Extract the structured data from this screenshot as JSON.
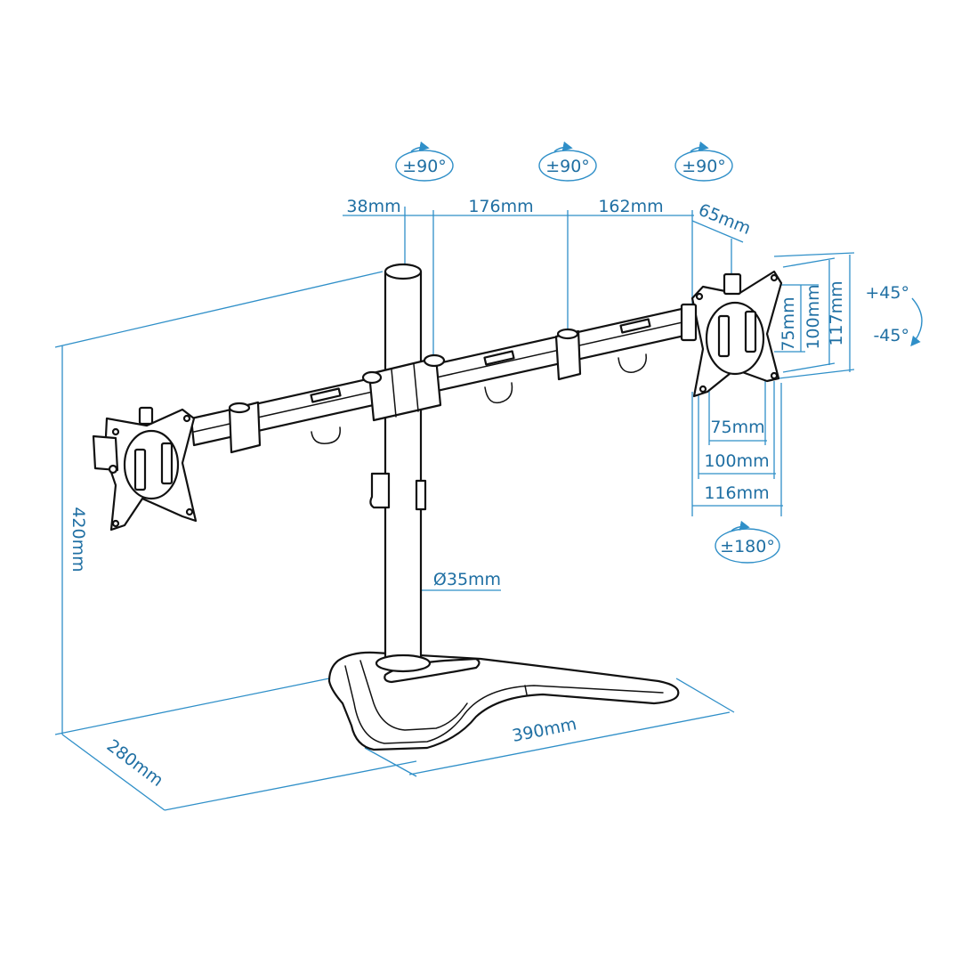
{
  "rotations": {
    "tilt_left": "±90°",
    "tilt_center": "±90°",
    "tilt_right": "±90°",
    "swivel": "±180°",
    "tilt_up": "+45°",
    "tilt_down": "-45°"
  },
  "arm_dimensions": {
    "pole_offset": "38mm",
    "arm_segment_1": "176mm",
    "arm_segment_2": "162mm",
    "bracket_depth": "65mm"
  },
  "vesa_vertical": {
    "small": "75mm",
    "medium": "100mm",
    "plate": "117mm"
  },
  "vesa_horizontal": {
    "small": "75mm",
    "medium": "100mm",
    "plate": "116mm"
  },
  "pole_diameter": "Ø35mm",
  "overall": {
    "height": "420mm",
    "depth": "280mm",
    "base_width": "390mm"
  },
  "colors": {
    "dimension_accent": "#2f8fc8",
    "line_art": "#111111",
    "background": "#ffffff"
  }
}
